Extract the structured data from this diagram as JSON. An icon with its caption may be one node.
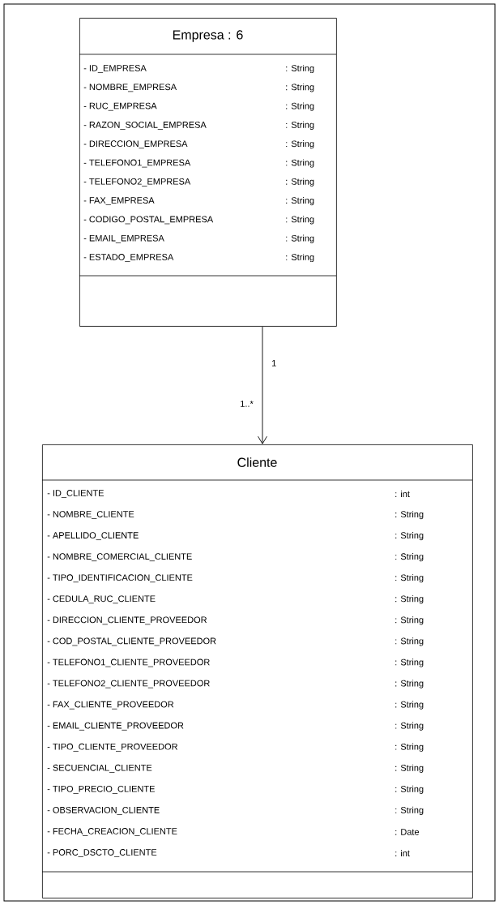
{
  "diagram": {
    "nodes": [
      {
        "text": [
          "Empresa : 6",
          "- ID_EMPRESA",
          ": String",
          "- NOMBRE_EMPRESA",
          ": String",
          "- RUC_EMPRESA",
          ": String",
          "- RAZON_SOCIAL_EMPRESA",
          ": String",
          "- DIRECCION_EMPRESA",
          ": String",
          "- TELEFONO1_EMPRESA",
          ": String",
          "- TELEFONO2_EMPRESA",
          ": String",
          "- FAX_EMPRESA",
          ": String",
          "- CODIGO_POSTAL_EMPRESA",
          ": String",
          "- EMAIL_EMPRESA",
          ": String",
          "- ESTADO_EMPRESA",
          ": String"
        ]
      },
      {
        "text": [
          "Cliente",
          "- ID_CLIENTE",
          ": int",
          "- NOMBRE_CLIENTE",
          ": String",
          "- APELLIDO_CLIENTE",
          ": String",
          "- NOMBRE_COMERCIAL_CLIENTE",
          ": String",
          "- TIPO_IDENTIFICACION_CLIENTE",
          ": String",
          "- CEDULA_RUC_CLIENTE",
          ": String",
          "- DIRECCION_CLIENTE_PROVEEDOR",
          ": String",
          "- COD_POSTAL_CLIENTE_PROVEEDOR",
          ": String",
          "- TELEFONO1_CLIENTE_PROVEEDOR",
          ": String",
          "- TELEFONO2_CLIENTE_PROVEEDOR",
          ": String",
          "- FAX_CLIENTE_PROVEEDOR",
          ": String",
          "- EMAIL_CLIENTE_PROVEEDOR",
          ": String",
          "- TIPO_CLIENTE_PROVEEDOR",
          ": String",
          "- SECUENCIAL_CLIENTE",
          ": String",
          "- TIPO_PRECIO_CLIENTE",
          ": String",
          "- OBSERVACION_CLIENTE",
          ": String",
          "- FECHA_CREACION_CLIENTE",
          ": Date",
          "- PORC_DSCTO_CLIENTE",
          ": int"
        ]
      }
    ],
    "edges": [
      {
        "from": 0,
        "to": 1,
        "arrow": "to",
        "label": "1"
      }
    ],
    "labels": [
      "1..*"
    ]
  }
}
